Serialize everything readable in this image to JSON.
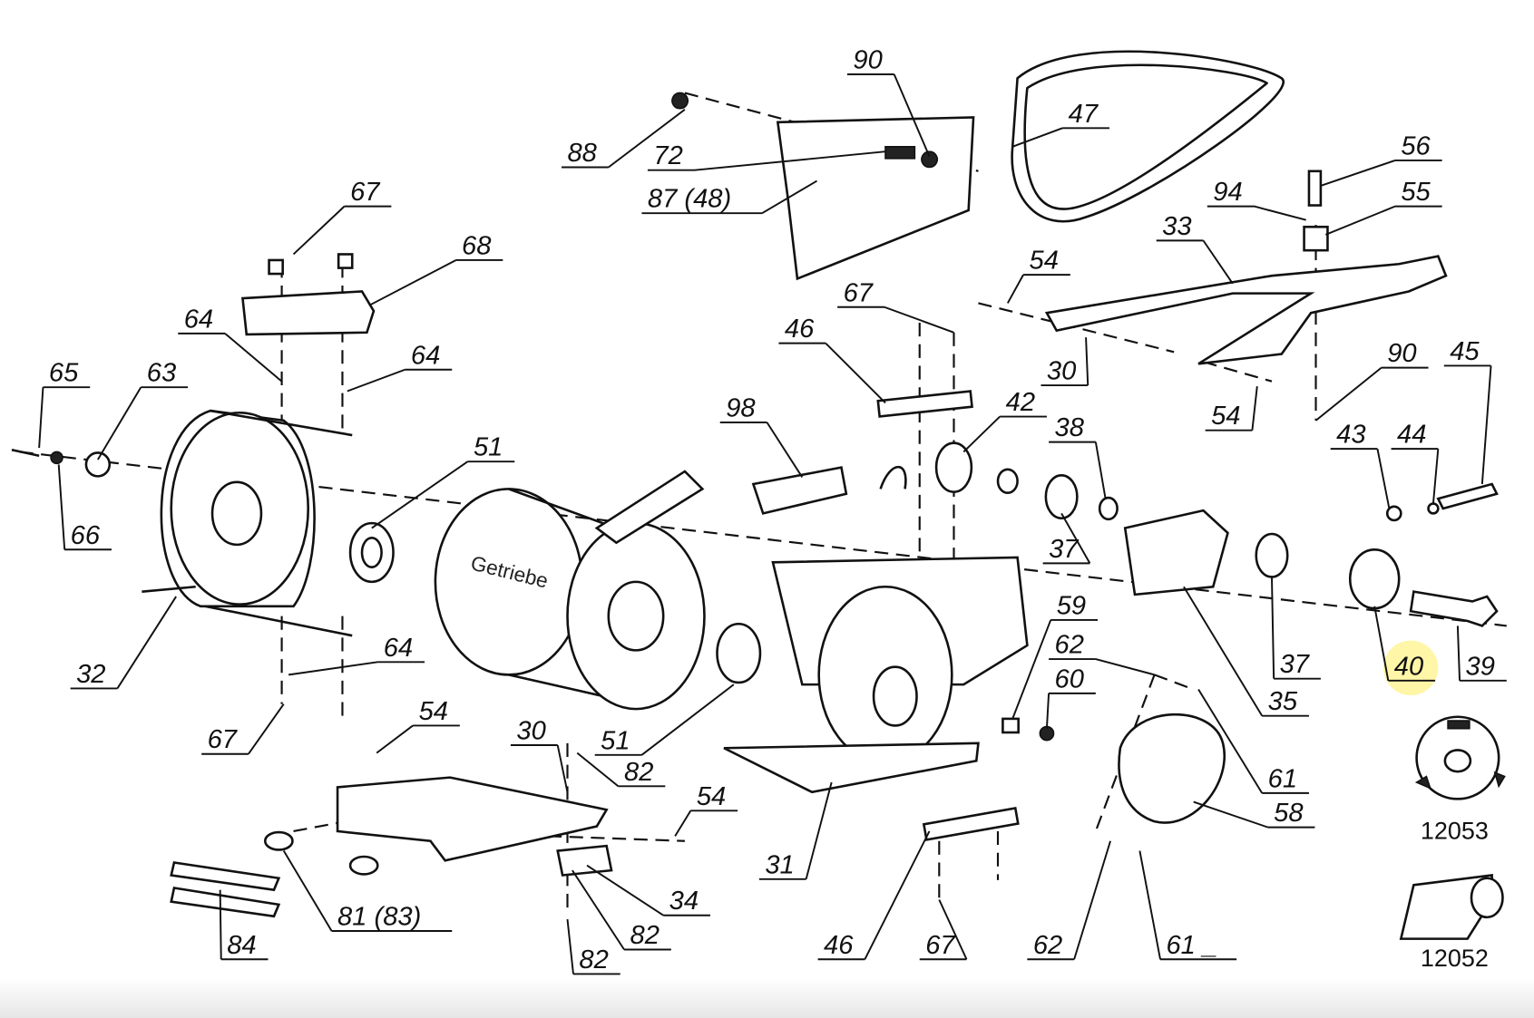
{
  "title": "Exploded parts diagram - gearbox assembly",
  "highlight_color": "#fff38a",
  "part_text": "Getriebe",
  "labels": [
    "90",
    "88",
    "72",
    "87 (48)",
    "47",
    "56",
    "94",
    "55",
    "33",
    "67",
    "68",
    "54",
    "67",
    "46",
    "64",
    "64",
    "65",
    "63",
    "30",
    "90",
    "45",
    "54",
    "42",
    "38",
    "98",
    "43",
    "44",
    "51",
    "66",
    "37",
    "59",
    "62",
    "60",
    "64",
    "37",
    "40",
    "39",
    "32",
    "35",
    "54",
    "30",
    "67",
    "51",
    "82",
    "61",
    "54",
    "58",
    "31",
    "34",
    "81 (83)",
    "82",
    "84",
    "46",
    "67",
    "62",
    "61 _",
    "82"
  ],
  "highlighted_label": "40",
  "reference_parts": [
    {
      "number": "12053"
    },
    {
      "number": "12052"
    }
  ]
}
